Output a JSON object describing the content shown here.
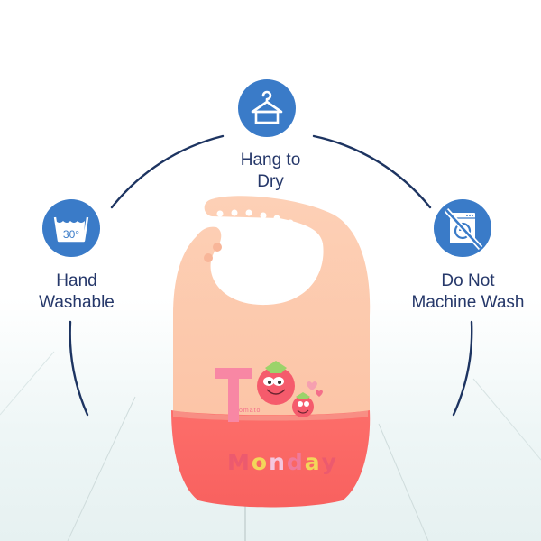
{
  "features": [
    {
      "id": "hand-washable",
      "icon": "wash-tub-30-icon",
      "icon_text": "30°",
      "label_line1": "Hand",
      "label_line2": "Washable"
    },
    {
      "id": "hang-to-dry",
      "icon": "hanger-icon",
      "label_line1": "Hang to",
      "label_line2": "Dry"
    },
    {
      "id": "no-machine-wash",
      "icon": "no-washing-machine-icon",
      "label_line1": "Do Not",
      "label_line2": "Machine Wash"
    }
  ],
  "product": {
    "name": "Silicone baby bib",
    "print_letter": "T",
    "print_word": "omato",
    "day_text": [
      "M",
      "o",
      "n",
      "d",
      "a",
      "y"
    ],
    "day_colors": [
      "#ec5a6e",
      "#f3d65a",
      "#f4c7de",
      "#f07a9a",
      "#f3d65a",
      "#ec5a6e"
    ]
  },
  "colors": {
    "icon_blue": "#3a7bc8",
    "text_navy": "#26386a",
    "arc_navy": "#1d3461",
    "bib_peach": "#fcc9ad",
    "bib_coral": "#fb6a66"
  }
}
